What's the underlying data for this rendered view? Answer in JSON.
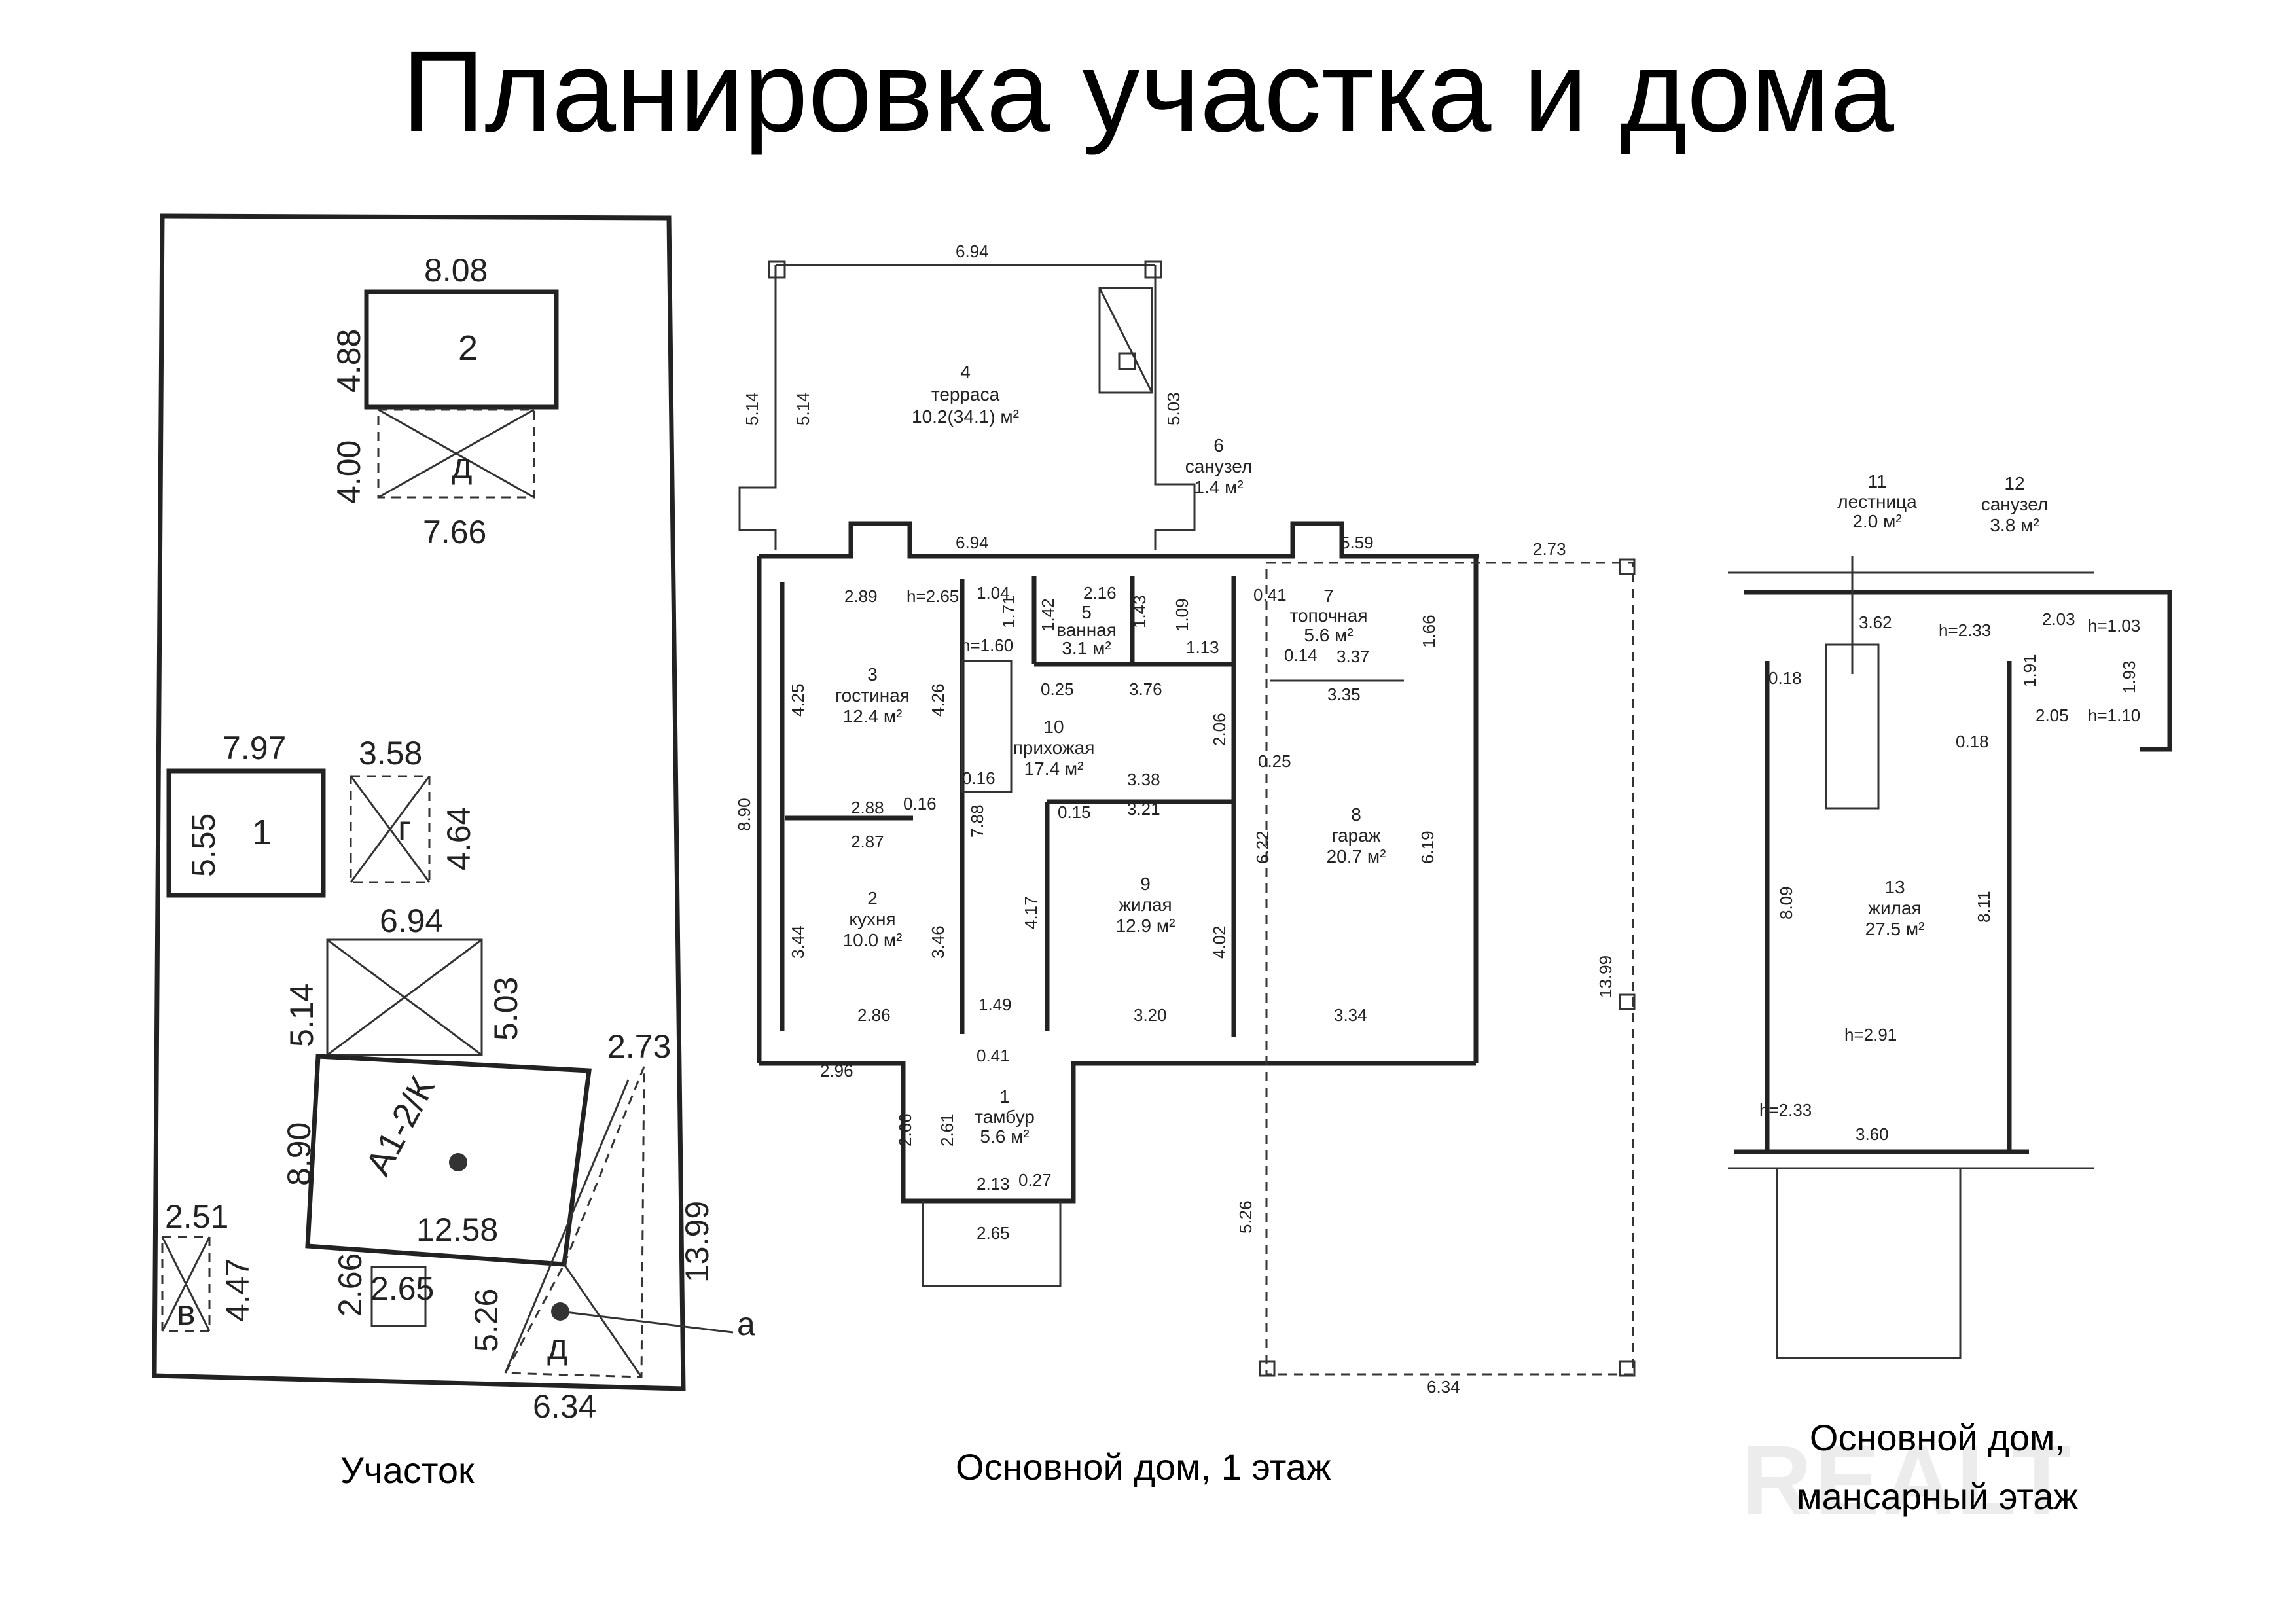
{
  "title": "Планировка участка и дома",
  "watermark": "REALT",
  "captions": {
    "site": "Участок",
    "floor1": "Основной дом, 1 этаж",
    "attic_line1": "Основной дом,",
    "attic_line2": "мансарный  этаж"
  },
  "site_plan": {
    "building2": {
      "label": "2",
      "top": "8.08",
      "side": "4.88"
    },
    "shed_g": {
      "label": "д",
      "side": "4.00",
      "bottom": "7.66"
    },
    "building1": {
      "label": "1",
      "top": "7.97",
      "side": "5.55"
    },
    "shed_1": {
      "label": "г",
      "top": "3.58",
      "side": "4.64"
    },
    "terrace": {
      "top": "6.94",
      "left": "5.14",
      "right": "5.03"
    },
    "main_house": {
      "label": "А1-2/К",
      "left": "8.90",
      "bottom": "12.58",
      "right": "13.99",
      "corner": "2.73"
    },
    "porch": {
      "w": "2.65",
      "h": "2.66"
    },
    "garage_ext": {
      "label": "д",
      "side": "5.26",
      "bottom": "6.34"
    },
    "small_shed": {
      "label": "в",
      "top": "2.51",
      "side": "4.47"
    },
    "axis_label": "а"
  },
  "floor1": {
    "dims": {
      "terrace_top": "6.94",
      "terrace_left_a": "5.14",
      "terrace_left_b": "5.14",
      "terrace_right": "5.03",
      "wall_top": "6.94",
      "wall_top_right": "5.59",
      "ext_top": "2.73",
      "left_total": "8.90",
      "d_289": "2.89",
      "h_265": "h=2.65",
      "d_104": "1.04",
      "d_171": "1.71",
      "h_160": "h=1.60",
      "d_216": "2.16",
      "d_142": "1.42",
      "d_143": "1.43",
      "d_109": "1.09",
      "d_113": "1.13",
      "d_041": "0.41",
      "d_166": "1.66",
      "d_014": "0.14",
      "d_337": "3.37",
      "d_335": "3.35",
      "d_025a": "0.25",
      "d_376": "3.76",
      "d_425": "4.25",
      "d_426": "4.26",
      "d_206": "2.06",
      "d_025b": "0.25",
      "d_016a": "0.16",
      "d_338": "3.38",
      "d_321": "3.21",
      "d_288": "2.88",
      "d_016b": "0.16",
      "d_287": "2.87",
      "d_788": "7.88",
      "d_015": "0.15",
      "d_622": "6.22",
      "d_619": "6.19",
      "d_344": "3.44",
      "d_346": "3.46",
      "d_417": "4.17",
      "d_402": "4.02",
      "d_286": "2.86",
      "d_149": "1.49",
      "d_320": "3.20",
      "d_334": "3.34",
      "d_296": "2.96",
      "d_041b": "0.41",
      "d_266": "2.66",
      "d_261": "2.61",
      "d_213": "2.13",
      "d_027": "0.27",
      "d_265": "2.65",
      "d_526": "5.26",
      "d_1399": "13.99",
      "d_634": "6.34"
    },
    "rooms": [
      {
        "num": "4",
        "name": "терраса",
        "area": "10.2(34.1) м²"
      },
      {
        "num": "6",
        "name": "санузел",
        "area": "1.4 м²"
      },
      {
        "num": "5",
        "name": "ванная",
        "area": "3.1 м²"
      },
      {
        "num": "7",
        "name": "топочная",
        "area": "5.6 м²"
      },
      {
        "num": "3",
        "name": "гостиная",
        "area": "12.4 м²"
      },
      {
        "num": "10",
        "name": "прихожая",
        "area": "17.4 м²"
      },
      {
        "num": "8",
        "name": "гараж",
        "area": "20.7 м²"
      },
      {
        "num": "2",
        "name": "кухня",
        "area": "10.0 м²"
      },
      {
        "num": "9",
        "name": "жилая",
        "area": "12.9 м²"
      },
      {
        "num": "1",
        "name": "тамбур",
        "area": "5.6 м²"
      }
    ]
  },
  "attic": {
    "dims": {
      "d_362": "3.62",
      "h_233a": "h=2.33",
      "d_203": "2.03",
      "h_103": "h=1.03",
      "d_191": "1.91",
      "d_193": "1.93",
      "d_018a": "0.18",
      "d_205": "2.05",
      "h_110": "h=1.10",
      "d_018b": "0.18",
      "d_809": "8.09",
      "d_811": "8.11",
      "h_291": "h=2.91",
      "h_233b": "h=2.33",
      "d_360": "3.60"
    },
    "rooms": [
      {
        "num": "11",
        "name": "лестница",
        "area": "2.0 м²"
      },
      {
        "num": "12",
        "name": "санузел",
        "area": "3.8 м²"
      },
      {
        "num": "13",
        "name": "жилая",
        "area": "27.5 м²"
      }
    ]
  }
}
